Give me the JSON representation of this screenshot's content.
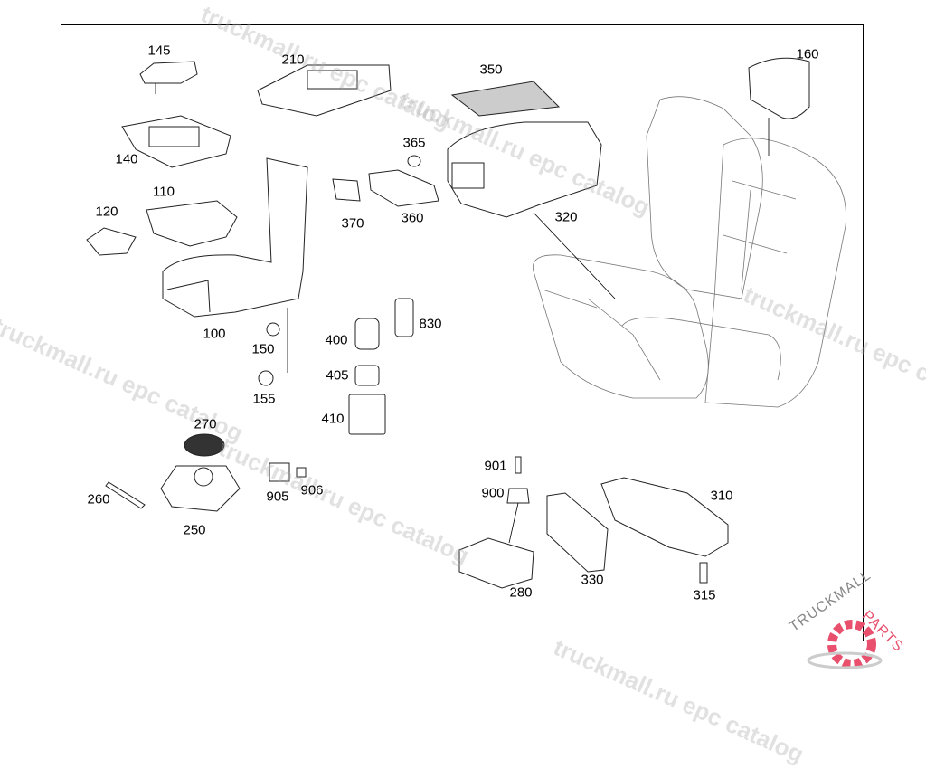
{
  "diagram": {
    "parts": [
      {
        "id": "145",
        "label": "145"
      },
      {
        "id": "210",
        "label": "210"
      },
      {
        "id": "350",
        "label": "350"
      },
      {
        "id": "160",
        "label": "160"
      },
      {
        "id": "365",
        "label": "365"
      },
      {
        "id": "140",
        "label": "140"
      },
      {
        "id": "110",
        "label": "110"
      },
      {
        "id": "370",
        "label": "370"
      },
      {
        "id": "360",
        "label": "360"
      },
      {
        "id": "320",
        "label": "320"
      },
      {
        "id": "120",
        "label": "120"
      },
      {
        "id": "100",
        "label": "100"
      },
      {
        "id": "150",
        "label": "150"
      },
      {
        "id": "830",
        "label": "830"
      },
      {
        "id": "400",
        "label": "400"
      },
      {
        "id": "405",
        "label": "405"
      },
      {
        "id": "155",
        "label": "155"
      },
      {
        "id": "410",
        "label": "410"
      },
      {
        "id": "270",
        "label": "270"
      },
      {
        "id": "901",
        "label": "901"
      },
      {
        "id": "900",
        "label": "900"
      },
      {
        "id": "310",
        "label": "310"
      },
      {
        "id": "905",
        "label": "905"
      },
      {
        "id": "906",
        "label": "906"
      },
      {
        "id": "260",
        "label": "260"
      },
      {
        "id": "250",
        "label": "250"
      },
      {
        "id": "280",
        "label": "280"
      },
      {
        "id": "330",
        "label": "330"
      },
      {
        "id": "315",
        "label": "315"
      }
    ]
  },
  "watermark": {
    "text": "truckmall.ru epc catalog"
  },
  "logo": {
    "text_dark": "TRUCKMALL",
    "text_accent": "PARTS",
    "accent_color": "#e8506e"
  }
}
